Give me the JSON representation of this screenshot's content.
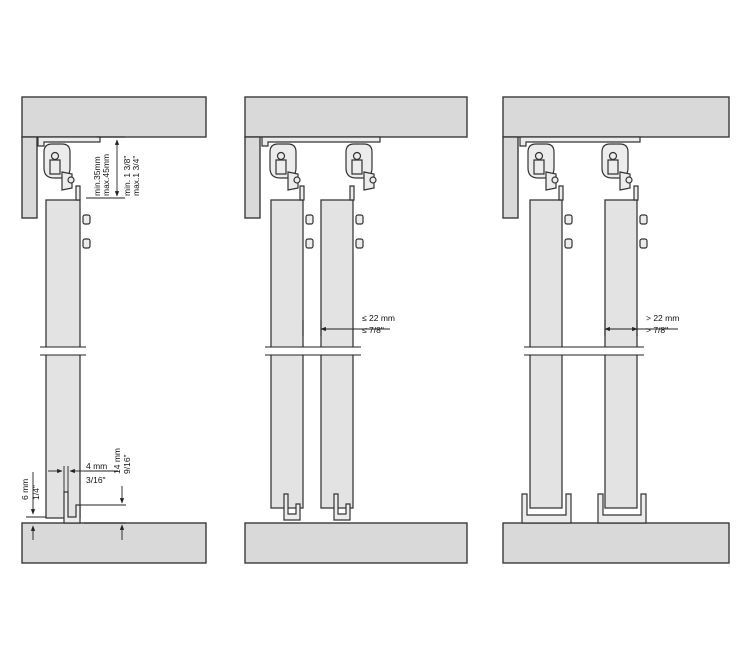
{
  "panel1": {
    "top_height_mm": "min.35mm",
    "top_height_mm_max": "max.45mm",
    "top_height_in": "min. 1 3/8\"",
    "top_height_in_max": "max.1 3/4\"",
    "bottom_gap_mm": "6 mm",
    "bottom_gap_in": "1/4\"",
    "guide_width_mm": "4 mm",
    "guide_width_in": "3/16\"",
    "guide_height_mm": "14 mm",
    "guide_height_in": "9/16\""
  },
  "panel2": {
    "spacing_mm": "≤ 22 mm",
    "spacing_in": "≤ 7/8\""
  },
  "panel3": {
    "spacing_mm": "> 22 mm",
    "spacing_in": "> 7/8\""
  }
}
